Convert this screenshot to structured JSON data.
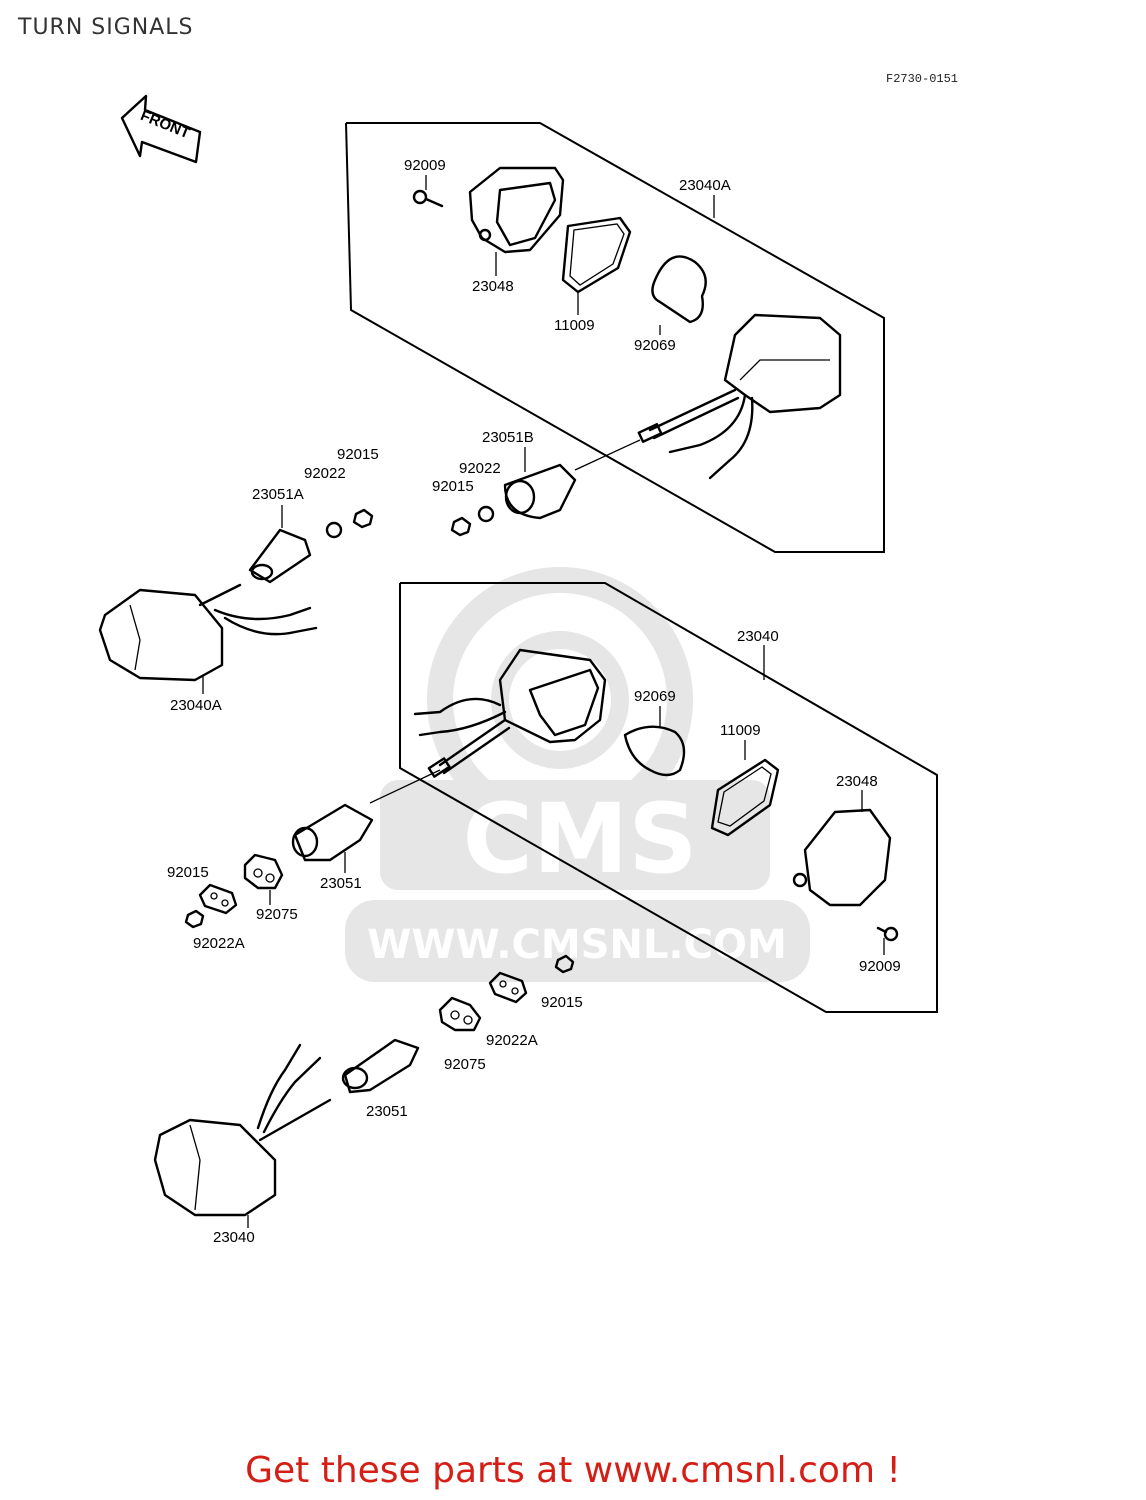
{
  "page": {
    "title": "TURN SIGNALS",
    "diagram_code": "F2730-0151",
    "front_label": "FRONT",
    "footer": "Get these parts at www.cmsnl.com !",
    "watermark": {
      "logo_text": "CMS",
      "url": "WWW.CMSNL.COM"
    }
  },
  "assemblies": {
    "upper_assembly_label": "23040A",
    "lower_assembly_label": "23040"
  },
  "labels": {
    "p92009_top": "92009",
    "p23048_top": "23048",
    "p11009_top": "11009",
    "p92069_top": "92069",
    "p23051B": "23051B",
    "p92022_mid": "92022",
    "p92015_mid": "92015",
    "p92015_left": "92015",
    "p92022_left": "92022",
    "p23051A": "23051A",
    "p23040A_left": "23040A",
    "p92069_bot": "92069",
    "p11009_bot": "11009",
    "p23048_bot": "23048",
    "p92009_bot": "92009",
    "p92015_a": "92015",
    "p92075_a": "92075",
    "p23051_a": "23051",
    "p92022A_a": "92022A",
    "p92015_b": "92015",
    "p92022A_b": "92022A",
    "p92075_b": "92075",
    "p23051_b": "23051",
    "p23040_bottom": "23040"
  },
  "colors": {
    "footer": "#d51e16",
    "watermark": "#e6e6e6",
    "line": "#000000"
  }
}
